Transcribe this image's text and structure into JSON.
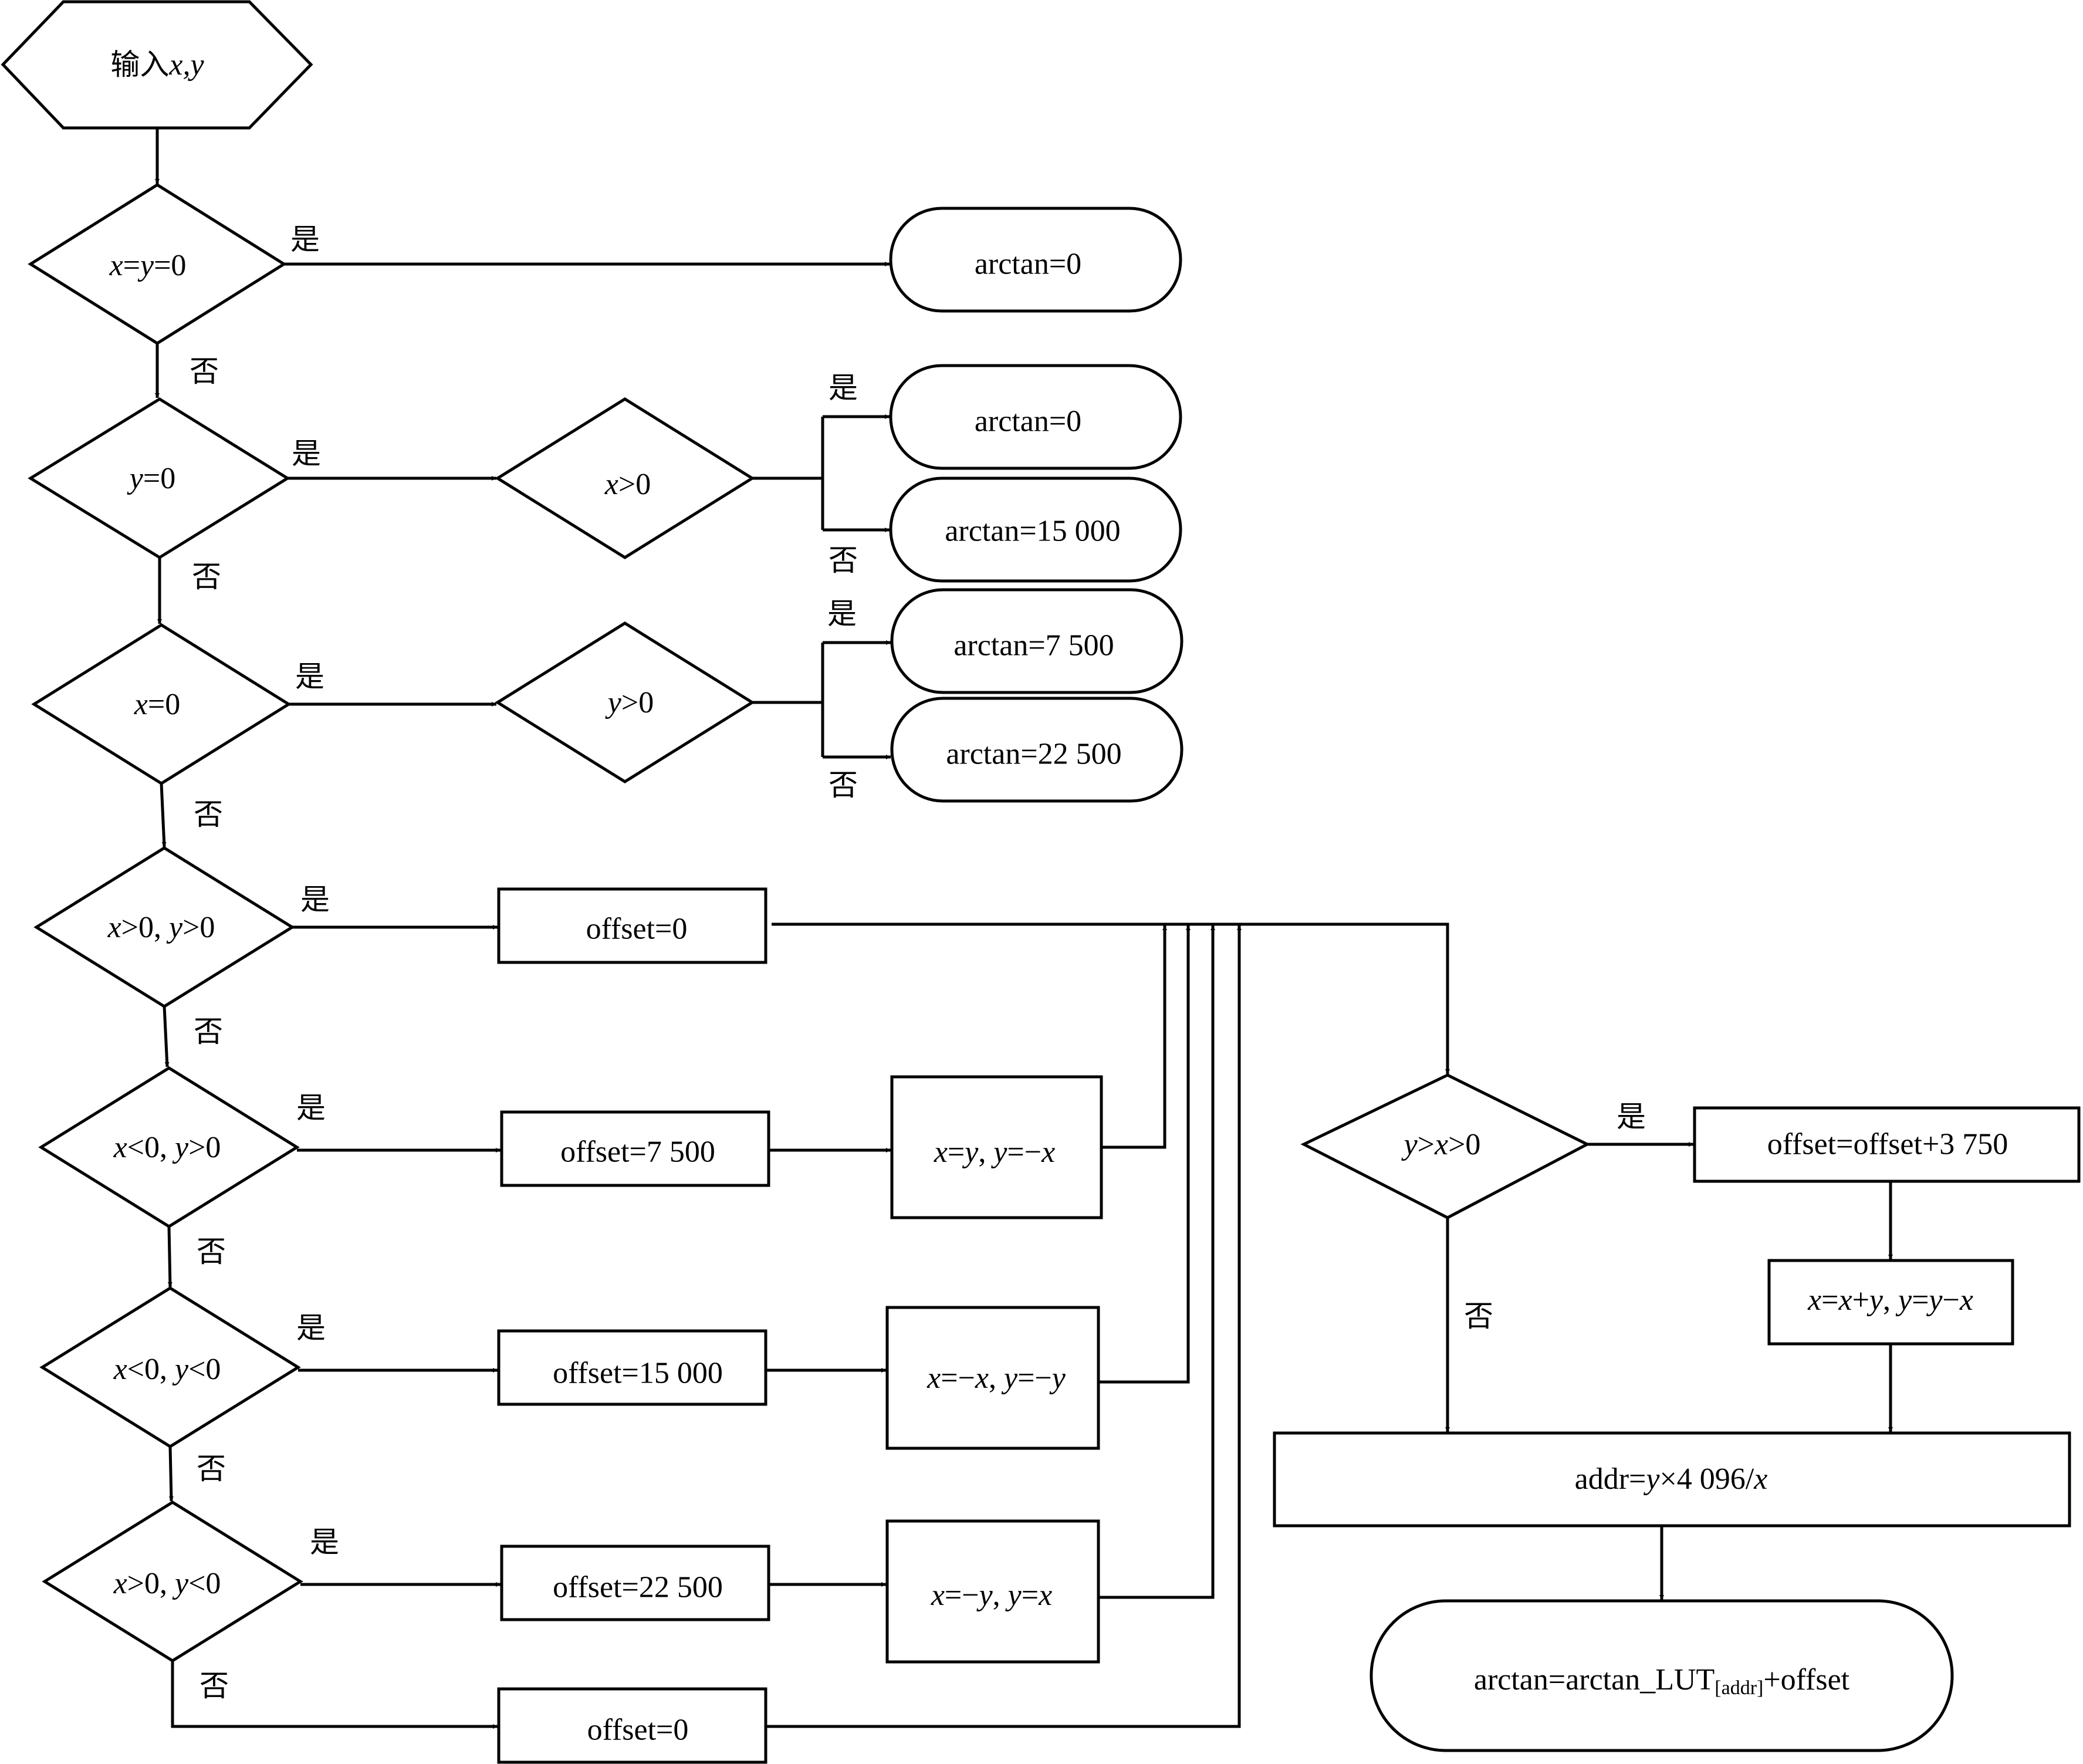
{
  "input": {
    "prefix": "输入",
    "vars": "x,y"
  },
  "yes": "是",
  "no": "否",
  "decisions": {
    "d1": [
      {
        "t": "x",
        "i": true
      },
      {
        "t": "=",
        "i": false
      },
      {
        "t": "y",
        "i": true
      },
      {
        "t": "=0",
        "i": false
      }
    ],
    "d2": [
      {
        "t": "y",
        "i": true
      },
      {
        "t": "=0",
        "i": false
      }
    ],
    "d2b": [
      {
        "t": "x",
        "i": true
      },
      {
        "t": ">0",
        "i": false
      }
    ],
    "d3": [
      {
        "t": "x",
        "i": true
      },
      {
        "t": "=0",
        "i": false
      }
    ],
    "d3b": [
      {
        "t": "y",
        "i": true
      },
      {
        "t": ">0",
        "i": false
      }
    ],
    "d4": [
      {
        "t": "x",
        "i": true
      },
      {
        "t": ">0, ",
        "i": false
      },
      {
        "t": "y",
        "i": true
      },
      {
        "t": ">0",
        "i": false
      }
    ],
    "d5": [
      {
        "t": "x",
        "i": true
      },
      {
        "t": "<0, ",
        "i": false
      },
      {
        "t": "y",
        "i": true
      },
      {
        "t": ">0",
        "i": false
      }
    ],
    "d6": [
      {
        "t": "x",
        "i": true
      },
      {
        "t": "<0, ",
        "i": false
      },
      {
        "t": "y",
        "i": true
      },
      {
        "t": "<0",
        "i": false
      }
    ],
    "d7": [
      {
        "t": "x",
        "i": true
      },
      {
        "t": ">0, ",
        "i": false
      },
      {
        "t": "y",
        "i": true
      },
      {
        "t": "<0",
        "i": false
      }
    ],
    "dR": [
      {
        "t": "y",
        "i": true
      },
      {
        "t": ">",
        "i": false
      },
      {
        "t": "x",
        "i": true
      },
      {
        "t": ">0",
        "i": false
      }
    ]
  },
  "terminals": {
    "t1": "arctan=0",
    "t2": "arctan=0",
    "t3": "arctan=15 000",
    "t4": "arctan=7 500",
    "t5": "arctan=22 500"
  },
  "offsets": {
    "o1": "offset=0",
    "o2": "offset=7 500",
    "o3": "offset=15 000",
    "o4": "offset=22 500",
    "o5": "offset=0"
  },
  "swaps": {
    "s2": [
      {
        "t": "x",
        "i": true
      },
      {
        "t": "=",
        "i": false
      },
      {
        "t": "y",
        "i": true
      },
      {
        "t": ", ",
        "i": false
      },
      {
        "t": "y",
        "i": true
      },
      {
        "t": "=−",
        "i": false
      },
      {
        "t": "x",
        "i": true
      }
    ],
    "s3": [
      {
        "t": "x",
        "i": true
      },
      {
        "t": "=−",
        "i": false
      },
      {
        "t": "x",
        "i": true
      },
      {
        "t": ", ",
        "i": false
      },
      {
        "t": "y",
        "i": true
      },
      {
        "t": "=−",
        "i": false
      },
      {
        "t": "y",
        "i": true
      }
    ],
    "s4": [
      {
        "t": "x",
        "i": true
      },
      {
        "t": "=−",
        "i": false
      },
      {
        "t": "y",
        "i": true
      },
      {
        "t": ", ",
        "i": false
      },
      {
        "t": "y",
        "i": true
      },
      {
        "t": "=",
        "i": false
      },
      {
        "t": "x",
        "i": true
      }
    ]
  },
  "right": {
    "offset_add": "offset=offset+3 750",
    "update": [
      {
        "t": "x",
        "i": true
      },
      {
        "t": "=",
        "i": false
      },
      {
        "t": "x",
        "i": true
      },
      {
        "t": "+",
        "i": false
      },
      {
        "t": "y",
        "i": true
      },
      {
        "t": ", ",
        "i": false
      },
      {
        "t": "y",
        "i": true
      },
      {
        "t": "=",
        "i": false
      },
      {
        "t": "y",
        "i": true
      },
      {
        "t": "−",
        "i": false
      },
      {
        "t": "x",
        "i": true
      }
    ],
    "addr": [
      {
        "t": "addr=",
        "i": false
      },
      {
        "t": "y",
        "i": true
      },
      {
        "t": "×4 096/",
        "i": false
      },
      {
        "t": "x",
        "i": true
      }
    ],
    "final_main": "arctan=arctan_LUT",
    "final_sub": "[addr]",
    "final_tail": "+offset"
  }
}
